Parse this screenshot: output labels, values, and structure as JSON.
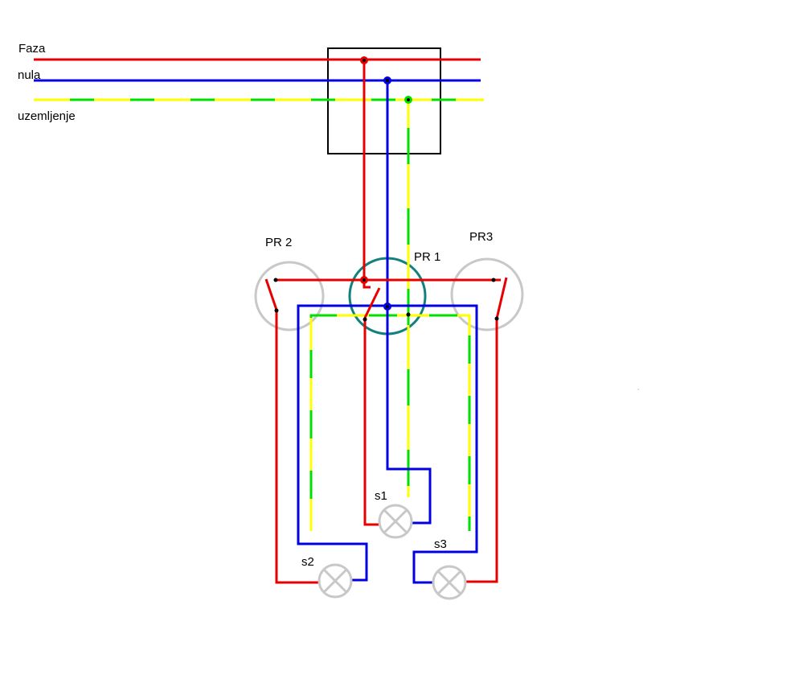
{
  "lines": {
    "phase": "Faza",
    "neutral": "nula",
    "ground": "uzemljenje"
  },
  "switches": {
    "pr1": "PR 1",
    "pr2": "PR 2",
    "pr3": "PR3"
  },
  "lamps": {
    "s1": "s1",
    "s2": "s2",
    "s3": "s3"
  },
  "colors": {
    "phase": "#e80000",
    "neutral": "#0000e0",
    "ground_a": "#ffff00",
    "ground_b": "#00e000",
    "switch_outline": "#c8c8c8",
    "pr1_outline": "#138080"
  }
}
